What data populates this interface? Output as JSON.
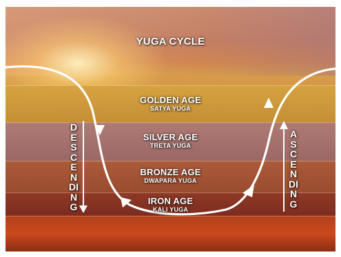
{
  "title": "YUGA CYCLE",
  "ages": [
    {
      "name": "GOLDEN AGE",
      "sanskrit": "SATYA YUGA"
    },
    {
      "name": "SILVER AGE",
      "sanskrit": "TRETA YUGA"
    },
    {
      "name": "BRONZE AGE",
      "sanskrit": "DWAPARA YUGA"
    },
    {
      "name": "IRON AGE",
      "sanskrit": "KALI YUGA"
    }
  ],
  "left_label": "DESCENDING",
  "right_label": "ASCENDING",
  "colors": {
    "golden": "#d6a33f",
    "silver": "#ac7878",
    "bronze": "#aa5838",
    "iron": "#8c3624",
    "curve": "#ffffff"
  }
}
